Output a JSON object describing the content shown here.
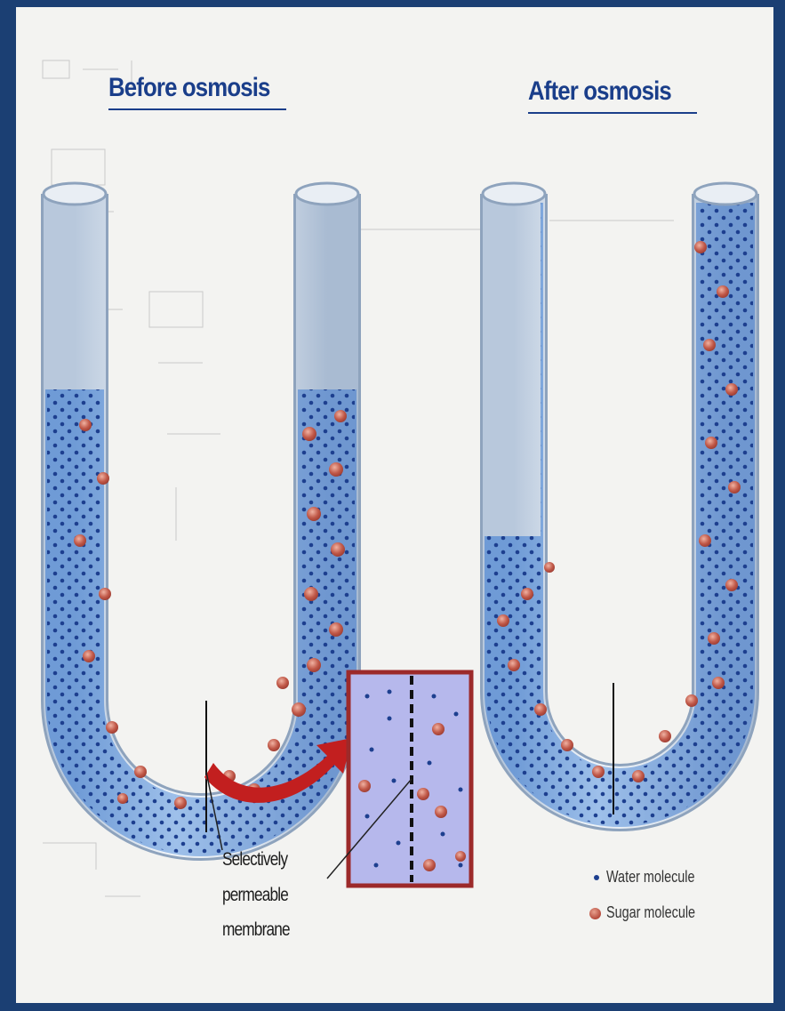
{
  "before": {
    "title": "Before osmosis"
  },
  "after": {
    "title": "After osmosis"
  },
  "membrane_label": {
    "line1": "Selectively",
    "line2": "permeable",
    "line3": "membrane"
  },
  "legend": {
    "water": {
      "label": "Water molecule",
      "color": "#1d3f8f"
    },
    "sugar": {
      "label": "Sugar molecule",
      "color": "#b54a3c"
    }
  },
  "colors": {
    "frame": "#1b3f73",
    "solution": "#86aede",
    "zoom_border": "#9c2a2a",
    "arrow": "#c21f1f"
  }
}
